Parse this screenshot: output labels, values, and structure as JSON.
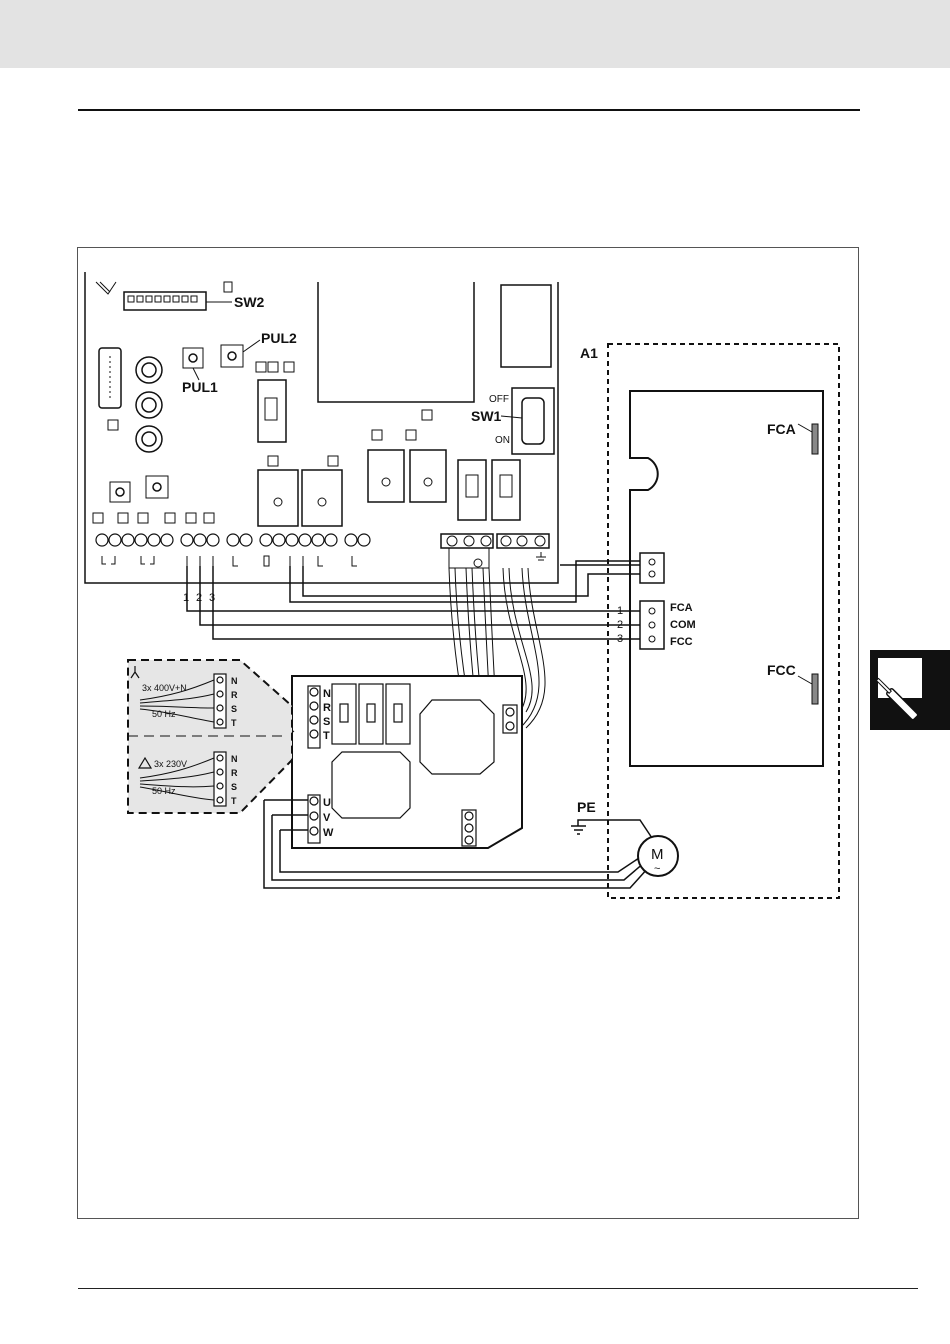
{
  "labels": {
    "sw2": "SW2",
    "pul1": "PUL1",
    "pul2": "PUL2",
    "sw1": "SW1",
    "off": "OFF",
    "on": "ON",
    "a1": "A1",
    "fca_top": "FCA",
    "fcc_side": "FCC",
    "pe": "PE",
    "motor": "M",
    "motor_tilde": "~"
  },
  "limit_switch_terminals": [
    {
      "num": "1",
      "name": "FCA"
    },
    {
      "num": "2",
      "name": "COM"
    },
    {
      "num": "3",
      "name": "FCC"
    }
  ],
  "board_wire_numbers": [
    "1",
    "2",
    "3"
  ],
  "supply_inset": {
    "star": {
      "voltage": "3x 400V+N",
      "freq": "50 Hz",
      "terms": [
        "N",
        "R",
        "S",
        "T"
      ]
    },
    "delta": {
      "voltage": "3x 230V",
      "freq": "50 Hz",
      "terms": [
        "N",
        "R",
        "S",
        "T"
      ]
    }
  },
  "power_board": {
    "input_terms": [
      "N",
      "R",
      "S",
      "T"
    ],
    "output_terms": [
      "U",
      "V",
      "W"
    ]
  },
  "colors": {
    "ink": "#111111",
    "header_band": "#e3e3e3",
    "inset_fill": "#e6e6e6",
    "tab": "#111111"
  }
}
